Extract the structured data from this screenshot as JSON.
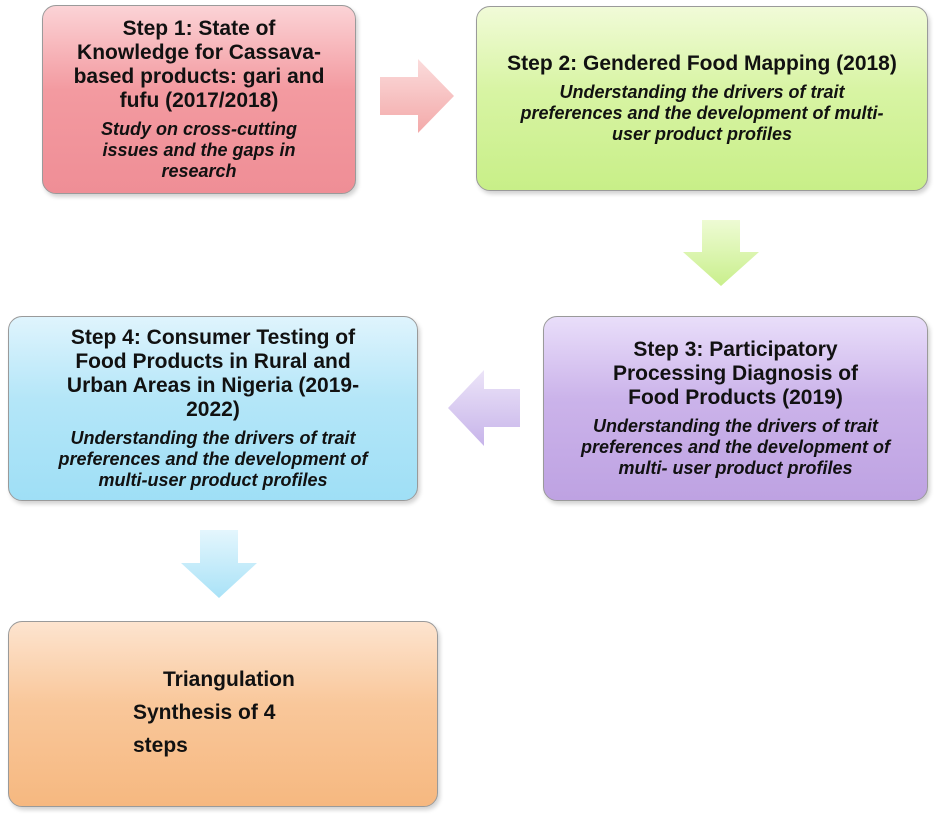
{
  "steps": [
    {
      "id": "step1",
      "title_lines": [
        "Step 1: State of",
        "Knowledge for Cassava-",
        "based products: gari and",
        "fufu (2017/2018)"
      ],
      "subtitle_lines": [
        "Study on cross-cutting",
        "issues and the gaps in",
        "research"
      ],
      "color": "#f39aa0"
    },
    {
      "id": "step2",
      "title_lines": [
        "Step 2: Gendered Food Mapping (2018)"
      ],
      "subtitle_lines": [
        "Understanding the drivers of trait",
        "preferences and the development of multi-",
        "user product profiles"
      ],
      "color": "#d8f4a4"
    },
    {
      "id": "step3",
      "title_lines": [
        "Step 3: Participatory",
        "Processing Diagnosis of",
        "Food Products (2019)"
      ],
      "subtitle_lines": [
        "Understanding the drivers of trait",
        "preferences and the development of",
        "multi- user product profiles"
      ],
      "color": "#cbb3ea"
    },
    {
      "id": "step4",
      "title_lines": [
        "Step 4: Consumer Testing of",
        "Food Products in Rural and",
        "Urban Areas in Nigeria (2019-",
        "2022)"
      ],
      "subtitle_lines": [
        "Understanding the drivers of trait",
        "preferences and the development of",
        "multi-user product profiles"
      ],
      "color": "#b4e6f8"
    }
  ],
  "final": {
    "lines": [
      "Triangulation",
      "Synthesis of 4",
      "steps"
    ],
    "color": "#f9c79a"
  },
  "arrows": [
    {
      "from": "step1",
      "to": "step2",
      "direction": "right",
      "color": "#f6b8b8"
    },
    {
      "from": "step2",
      "to": "step3",
      "direction": "down",
      "color": "#d9f5a8"
    },
    {
      "from": "step3",
      "to": "step4",
      "direction": "left",
      "color": "#d3c3ee"
    },
    {
      "from": "step4",
      "to": "final",
      "direction": "down",
      "color": "#b8e6f8"
    }
  ]
}
